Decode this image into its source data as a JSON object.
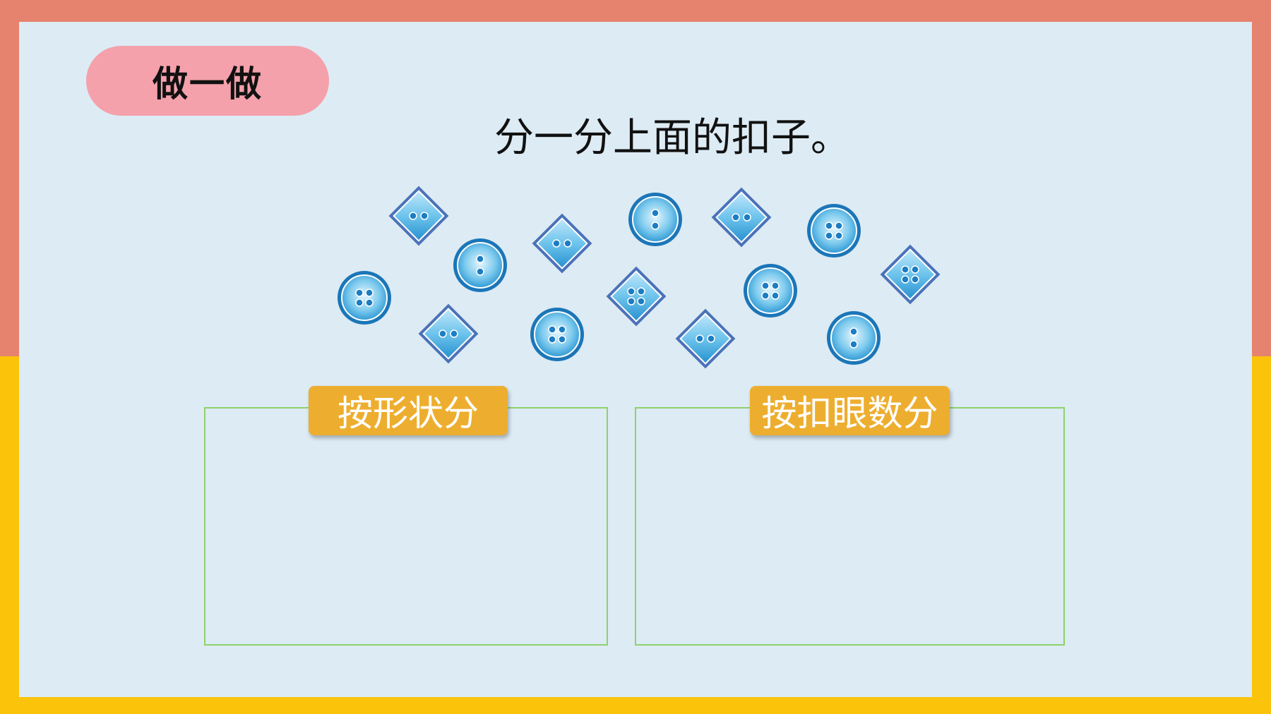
{
  "activity_label": "做一做",
  "instruction": "分一分上面的扣子。",
  "sort_areas": [
    {
      "label": "按形状分"
    },
    {
      "label": "按扣眼数分"
    }
  ],
  "colors": {
    "top_frame": "#E5836E",
    "bottom_frame": "#FBC40A",
    "panel_bg": "#DDEBF4",
    "pill_bg": "#F4A1AB",
    "tag_bg": "#EDAE2F",
    "box_border": "#8ED16B",
    "button_fill": "#3AA7DE"
  },
  "buttons": [
    {
      "shape": "diamond",
      "holes": 2
    },
    {
      "shape": "circle",
      "holes": 2
    },
    {
      "shape": "diamond",
      "holes": 2
    },
    {
      "shape": "circle",
      "holes": 2
    },
    {
      "shape": "diamond",
      "holes": 2
    },
    {
      "shape": "circle",
      "holes": 4
    },
    {
      "shape": "circle",
      "holes": 4
    },
    {
      "shape": "diamond",
      "holes": 2
    },
    {
      "shape": "diamond",
      "holes": 4
    },
    {
      "shape": "circle",
      "holes": 4
    },
    {
      "shape": "diamond",
      "holes": 2
    },
    {
      "shape": "circle",
      "holes": 4
    },
    {
      "shape": "diamond",
      "holes": 4
    },
    {
      "shape": "circle",
      "holes": 2
    }
  ]
}
